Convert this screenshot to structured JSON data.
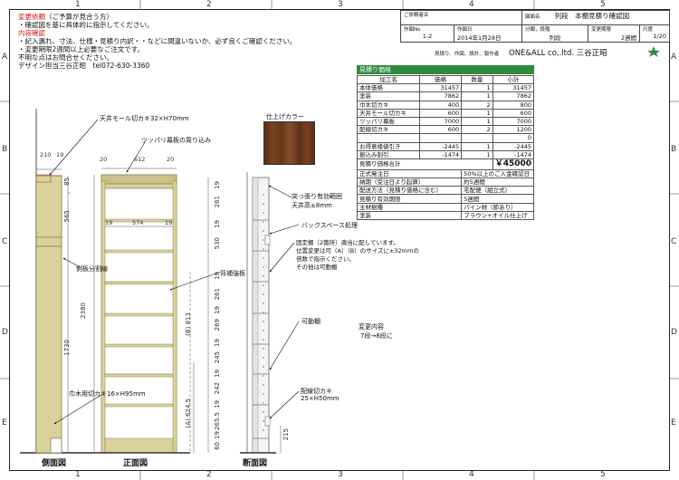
{
  "grid": {
    "columns": [
      "1",
      "2",
      "3",
      "4",
      "5"
    ],
    "rows": [
      "A",
      "B",
      "C",
      "D",
      "E"
    ]
  },
  "notes": {
    "line1_red": "変更依頼",
    "line1": "（ご予算が見合う方）",
    "line2": "・確認図を基に具体的に指示してください。",
    "line3_red": "内容確認",
    "line4": "・記入漏れ、寸法、仕様・見積り内訳・・などに間違いないか、必ず良くご確認ください。",
    "line5": "・変更期限2週間以上必要なご注文です。",
    "line6": "不明な点はお問合せください。",
    "line7": "デザイン担当三谷正昭　tel072-630-3360"
  },
  "title_block": {
    "client_label": "ご依頼者名",
    "drawing_name_label": "図面名",
    "drawing_name": "列段　本棚見積り確認図",
    "drawing_no_label": "作図No",
    "drawing_no": "1-2",
    "date_label": "作図日",
    "date": "2014年1月28日",
    "category_label": "分類，段階",
    "category": "列段",
    "deadline_label": "変更期限",
    "deadline": "2週間",
    "scale_label": "尺度",
    "scale": "1/20",
    "company_desc": "見積り、作図、設計、製作者",
    "company": "ONE&ALL co,.ltd.  三谷正昭"
  },
  "estimate": {
    "title": "見積り価格",
    "headers": [
      "加工名",
      "価格",
      "数量",
      "小計"
    ],
    "rows": [
      [
        "本体価格",
        "31457",
        "1",
        "31457"
      ],
      [
        "塗装",
        "7862",
        "1",
        "7862"
      ],
      [
        "巾木切カキ",
        "400",
        "2",
        "800"
      ],
      [
        "天井モール切カキ",
        "600",
        "1",
        "600"
      ],
      [
        "ツッパリ幕板",
        "7000",
        "1",
        "7000"
      ],
      [
        "配線切カキ",
        "600",
        "2",
        "1200"
      ],
      [
        "",
        "",
        "",
        "0"
      ],
      [
        "お得意様値引き",
        "-2445",
        "1",
        "-2445"
      ],
      [
        "振込み割引",
        "-1474",
        "1",
        "-1474"
      ]
    ],
    "total_label": "見積り価格合計",
    "total": "￥45000",
    "info": [
      [
        "正式発注日",
        "50%以上のご入金確認日"
      ],
      [
        "納期（受注日より起算）",
        "約5週間"
      ],
      [
        "配送方法（見積り価格に含む）",
        "宅配便（組立式）"
      ],
      [
        "見積り有効期限",
        "5週間"
      ],
      [
        "主材樹種",
        "パイン材（節あり）"
      ],
      [
        "塗装",
        "ブラウン+オイル仕上げ"
      ]
    ]
  },
  "swatch_label": "仕上げカラー",
  "labels": {
    "ceiling_mold": "天井モール切カキ32×H70mm",
    "tsuppari": "ツッパリ幕板の周り込み",
    "tsuppari_range": "突っ張り有効範囲",
    "ceiling_height": "天井高±8mm",
    "backspace": "バックスペース処理",
    "fixed_shelf_1": "固定棚（2箇所）適当に配しています。",
    "fixed_shelf_2": "位置変更は可（A）（B）のサイズに±32mmの",
    "fixed_shelf_3": "倍数で指示ください。",
    "fixed_shelf_4": "その他は可動棚",
    "side_panel_line": "側板分割線",
    "back_brace": "背補強板",
    "movable_shelf": "可動棚",
    "baseboard": "巾木用切カキ16×H95mm",
    "wiring": "配線切カキ",
    "wiring_size": "25×H50mm",
    "change_title": "変更内容",
    "change_text": "7段→8段に",
    "dim_A": "(A) 624.5",
    "dim_B": "(B) 813"
  },
  "views": {
    "side": "側面図",
    "front": "正面図",
    "section": "断面図"
  },
  "dims": {
    "side_top": [
      "210",
      "19"
    ],
    "side_v": [
      "85",
      "565",
      "1730"
    ],
    "front_top": [
      "20",
      "612",
      "20"
    ],
    "front_inner": [
      "19",
      "574",
      "19"
    ],
    "front_total": "2380",
    "section_v": [
      "19",
      "261",
      "19",
      "530",
      "19",
      "261",
      "19",
      "269",
      "19",
      "245",
      "19",
      "242",
      "19",
      "265.5",
      "19",
      "60"
    ],
    "section_side": [
      "215"
    ]
  },
  "colors": {
    "wood": "#d9d29a",
    "wood_line": "#8a8458",
    "accent_red": "#dd1111",
    "swatch": "#6b3a1e"
  }
}
